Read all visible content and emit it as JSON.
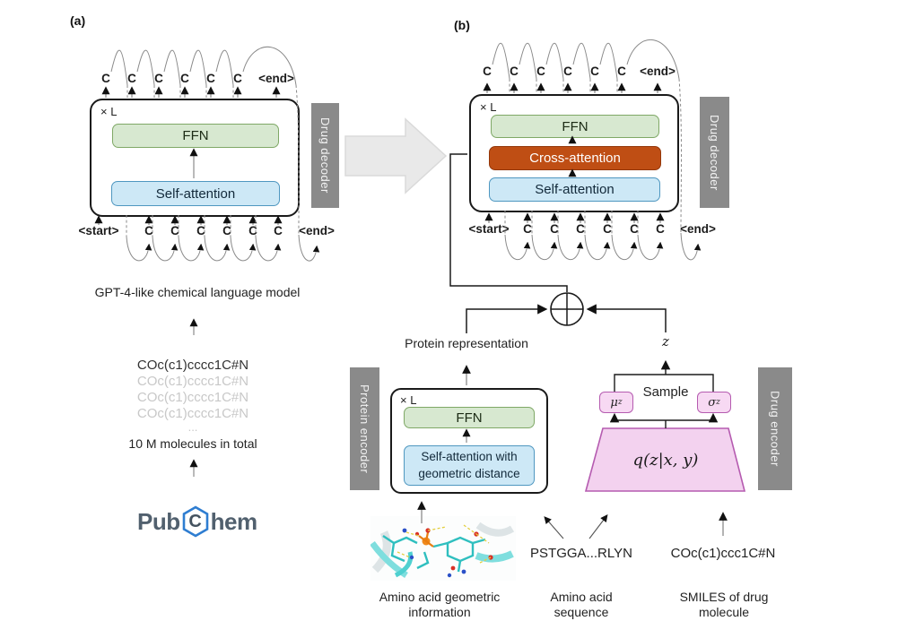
{
  "panel_a": {
    "label": "(a)",
    "output_tokens": [
      "C",
      "C",
      "C",
      "C",
      "C",
      "C",
      "<end>"
    ],
    "input_tokens": [
      "<start>",
      "C",
      "C",
      "C",
      "C",
      "C",
      "C",
      "<end>"
    ],
    "block": {
      "repeat": "× L",
      "ffn": "FFN",
      "self_attention": "Self-attention"
    },
    "decoder_bar": "Drug decoder",
    "model_caption": "GPT-4-like chemical language model",
    "smiles_primary": "COc(c1)cccc1C#N",
    "smiles_faded": [
      "COc(c1)cccc1C#N",
      "COc(c1)cccc1C#N",
      "COc(c1)cccc1C#N"
    ],
    "ellipsis": "...",
    "dataset_caption": "10 M molecules in total",
    "logo": {
      "pub": "Pub",
      "c": "C",
      "hem": "hem"
    }
  },
  "panel_b": {
    "label": "(b)",
    "output_tokens": [
      "C",
      "C",
      "C",
      "C",
      "C",
      "C",
      "<end>"
    ],
    "input_tokens": [
      "<start>",
      "C",
      "C",
      "C",
      "C",
      "C",
      "C",
      "<end>"
    ],
    "block": {
      "repeat": "× L",
      "ffn": "FFN",
      "cross_attention": "Cross-attention",
      "self_attention": "Self-attention"
    },
    "decoder_bar": "Drug decoder",
    "protein_representation_label": "Protein representation",
    "z_label": "z",
    "protein_encoder": {
      "bar": "Protein encoder",
      "repeat": "× L",
      "ffn": "FFN",
      "self_attention_line1": "Self-attention with",
      "self_attention_line2": "geometric distance"
    },
    "drug_encoder": {
      "bar": "Drug encoder",
      "sample": "Sample",
      "mu_base": "μ",
      "mu_sub": "z",
      "sigma_base": "σ",
      "sigma_sub": "z",
      "q_label": "q(z|x, y)"
    },
    "inputs": {
      "geometric_label_line1": "Amino acid geometric",
      "geometric_label_line2": "information",
      "sequence_text": "PSTGGA...RLYN",
      "sequence_label_line1": "Amino acid",
      "sequence_label_line2": "sequence",
      "smiles_text": "COc(c1)ccc1C#N",
      "smiles_label_line1": "SMILES of drug",
      "smiles_label_line2": "molecule"
    }
  },
  "colors": {
    "ffn_fill": "#d7e8d0",
    "ffn_border": "#7fa866",
    "self_attention_fill": "#cde8f6",
    "self_attention_border": "#4f97c0",
    "cross_attention_fill": "#bf4e14",
    "cross_attention_border": "#93370a",
    "encoder_bar_gray": "#8a8a8a",
    "vae_pink_fill": "#f3d2ef",
    "vae_pink_border": "#b55bb0",
    "big_arrow_gray": "#e9e9e9",
    "pubchem_blue": "#2e7dd1",
    "pubchem_slate": "#51606e"
  }
}
